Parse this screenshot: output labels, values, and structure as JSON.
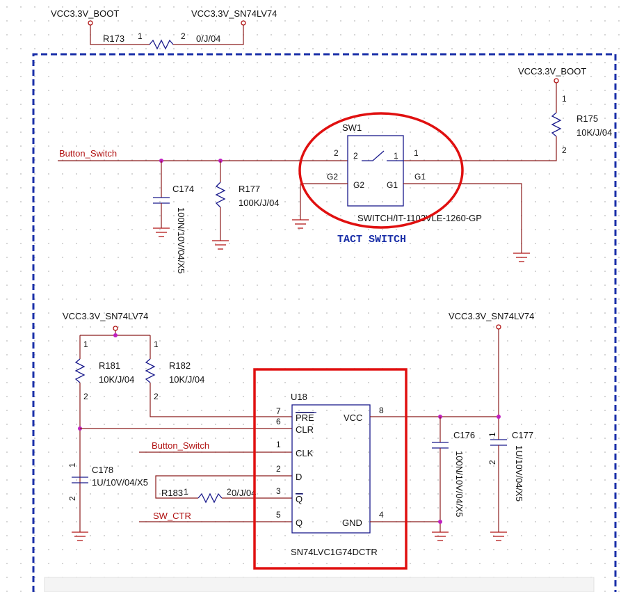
{
  "top": {
    "net_left": "VCC3.3V_BOOT",
    "net_right": "VCC3.3V_SN74LV74",
    "r173": {
      "ref": "R173",
      "pin1": "1",
      "pin2": "2",
      "value": "0/J/04"
    }
  },
  "switch_section": {
    "vcc_boot": "VCC3.3V_BOOT",
    "r175": {
      "ref": "R175",
      "value": "10K/J/04",
      "pin1": "1",
      "pin2": "2"
    },
    "net_button": "Button_Switch",
    "c174": {
      "ref": "C174",
      "value": "100N/10V/04/X5"
    },
    "r177": {
      "ref": "R177",
      "value": "100K/J/04"
    },
    "sw1": {
      "ref": "SW1",
      "part": "SWITCH/IT-1102VLE-1260-GP",
      "pin_2_out": "2",
      "pin_2_in": "2",
      "pin_1_in": "1",
      "pin_1_out": "1",
      "g2_out": "G2",
      "g2_in": "G2",
      "g1_in": "G1",
      "g1_out": "G1"
    },
    "annotation": "TACT  SWITCH"
  },
  "logic_section": {
    "vcc_left": "VCC3.3V_SN74LV74",
    "vcc_right": "VCC3.3V_SN74LV74",
    "r181": {
      "ref": "R181",
      "value": "10K/J/04",
      "pin1": "1",
      "pin2": "2"
    },
    "r182": {
      "ref": "R182",
      "value": "10K/J/04",
      "pin1": "1",
      "pin2": "2"
    },
    "u18": {
      "ref": "U18",
      "part": "SN74LVC1G74DCTR",
      "pins_left": [
        {
          "num": "7",
          "name": "PRE"
        },
        {
          "num": "6",
          "name": "CLR"
        },
        {
          "num": "1",
          "name": "CLK"
        },
        {
          "num": "2",
          "name": "D"
        },
        {
          "num": "3",
          "name": "Q"
        },
        {
          "num": "5",
          "name": "Q"
        }
      ],
      "pin_vcc": {
        "num": "8",
        "name": "VCC"
      },
      "pin_gnd": {
        "num": "4",
        "name": "GND"
      }
    },
    "net_button": "Button_Switch",
    "net_sw_ctr": "SW_CTR",
    "c176": {
      "ref": "C176",
      "value": "100N/10V/04/X5"
    },
    "c177": {
      "ref": "C177",
      "value": "1U/10V/04/X5",
      "pin1": "1",
      "pin2": "2"
    },
    "c178": {
      "ref": "C178",
      "value": "1U/10V/04/X5",
      "pin1": "1",
      "pin2": "2"
    },
    "r183": {
      "ref": "R183",
      "value": "0/J/04",
      "pin1": "1",
      "pin2": "2"
    }
  },
  "colors": {
    "wire": "#8b1c1c",
    "component": "#1a1a8c",
    "net_label": "#b01010",
    "junction": "#c020c0",
    "border": "#1a2fa8",
    "highlight_red": "#e01010"
  }
}
